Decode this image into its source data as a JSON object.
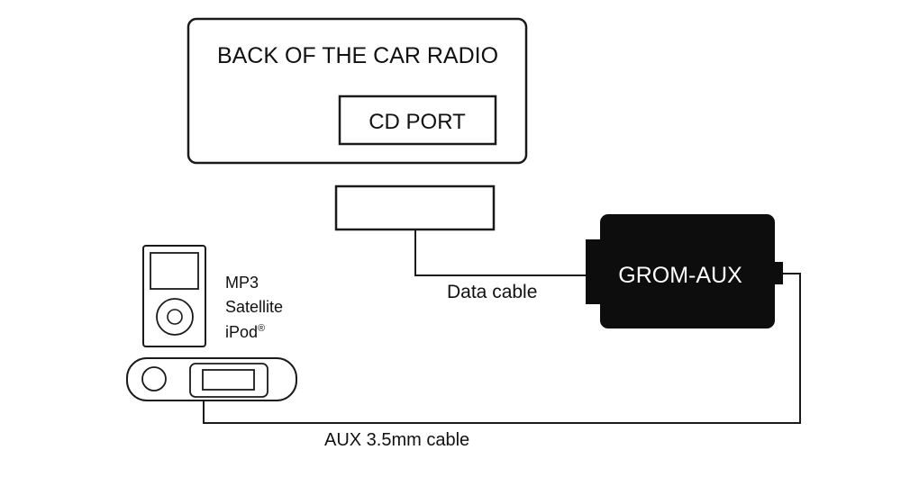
{
  "radio": {
    "title": "BACK OF THE CAR RADIO",
    "port_label": "CD PORT"
  },
  "module": {
    "label": "GROM-AUX"
  },
  "devices": {
    "line1": "MP3",
    "line2": "Satellite",
    "line3": "iPod",
    "trademark": "®"
  },
  "cables": {
    "data_cable": "Data cable",
    "aux_cable": "AUX 3.5mm cable"
  },
  "colors": {
    "stroke": "#1a1a1a",
    "module_fill": "#0d0d0d",
    "module_text": "#ffffff",
    "background": "#ffffff"
  }
}
